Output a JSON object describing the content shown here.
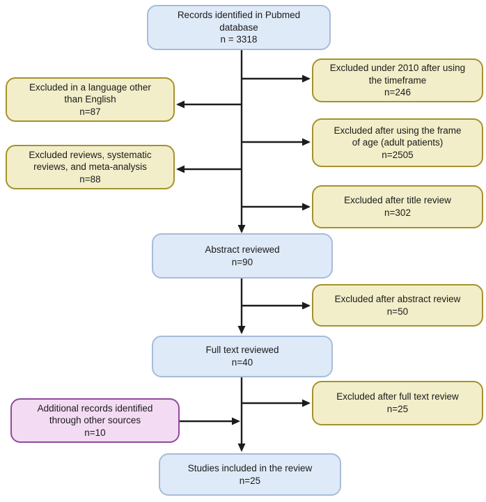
{
  "diagram": {
    "kind": "study-selection-flowchart",
    "boxes": {
      "records": {
        "text": "Records identified in Pubmed\ndatabase\nn = 3318"
      },
      "excluded_timeframe": {
        "text": "Excluded under 2010 after using\nthe timeframe\nn=246"
      },
      "excluded_language": {
        "text": "Excluded in a language other\nthan English\nn=87"
      },
      "excluded_age": {
        "text": "Excluded after using the frame\nof age (adult patients)\nn=2505"
      },
      "excluded_reviews": {
        "text": "Excluded reviews, systematic\nreviews, and meta-analysis\nn=88"
      },
      "excluded_title": {
        "text": "Excluded after title review\nn=302"
      },
      "abstract_reviewed": {
        "text": "Abstract reviewed\nn=90"
      },
      "excluded_abstract": {
        "text": "Excluded after abstract review\nn=50"
      },
      "fulltext_reviewed": {
        "text": "Full text reviewed\nn=40"
      },
      "excluded_fulltext": {
        "text": "Excluded after full text review\nn=25"
      },
      "additional_records": {
        "text": "Additional records identified\nthrough other sources\nn=10"
      },
      "studies_included": {
        "text": "Studies included in the review\nn=25"
      }
    },
    "colors": {
      "process_fill": "#dfeaf8",
      "process_border": "#a6bcd8",
      "exclusion_fill": "#f2eec9",
      "exclusion_border": "#a5922c",
      "other_sources_fill": "#f3dbf3",
      "other_sources_border": "#91499e",
      "arrow": "#1c1c1c"
    }
  }
}
